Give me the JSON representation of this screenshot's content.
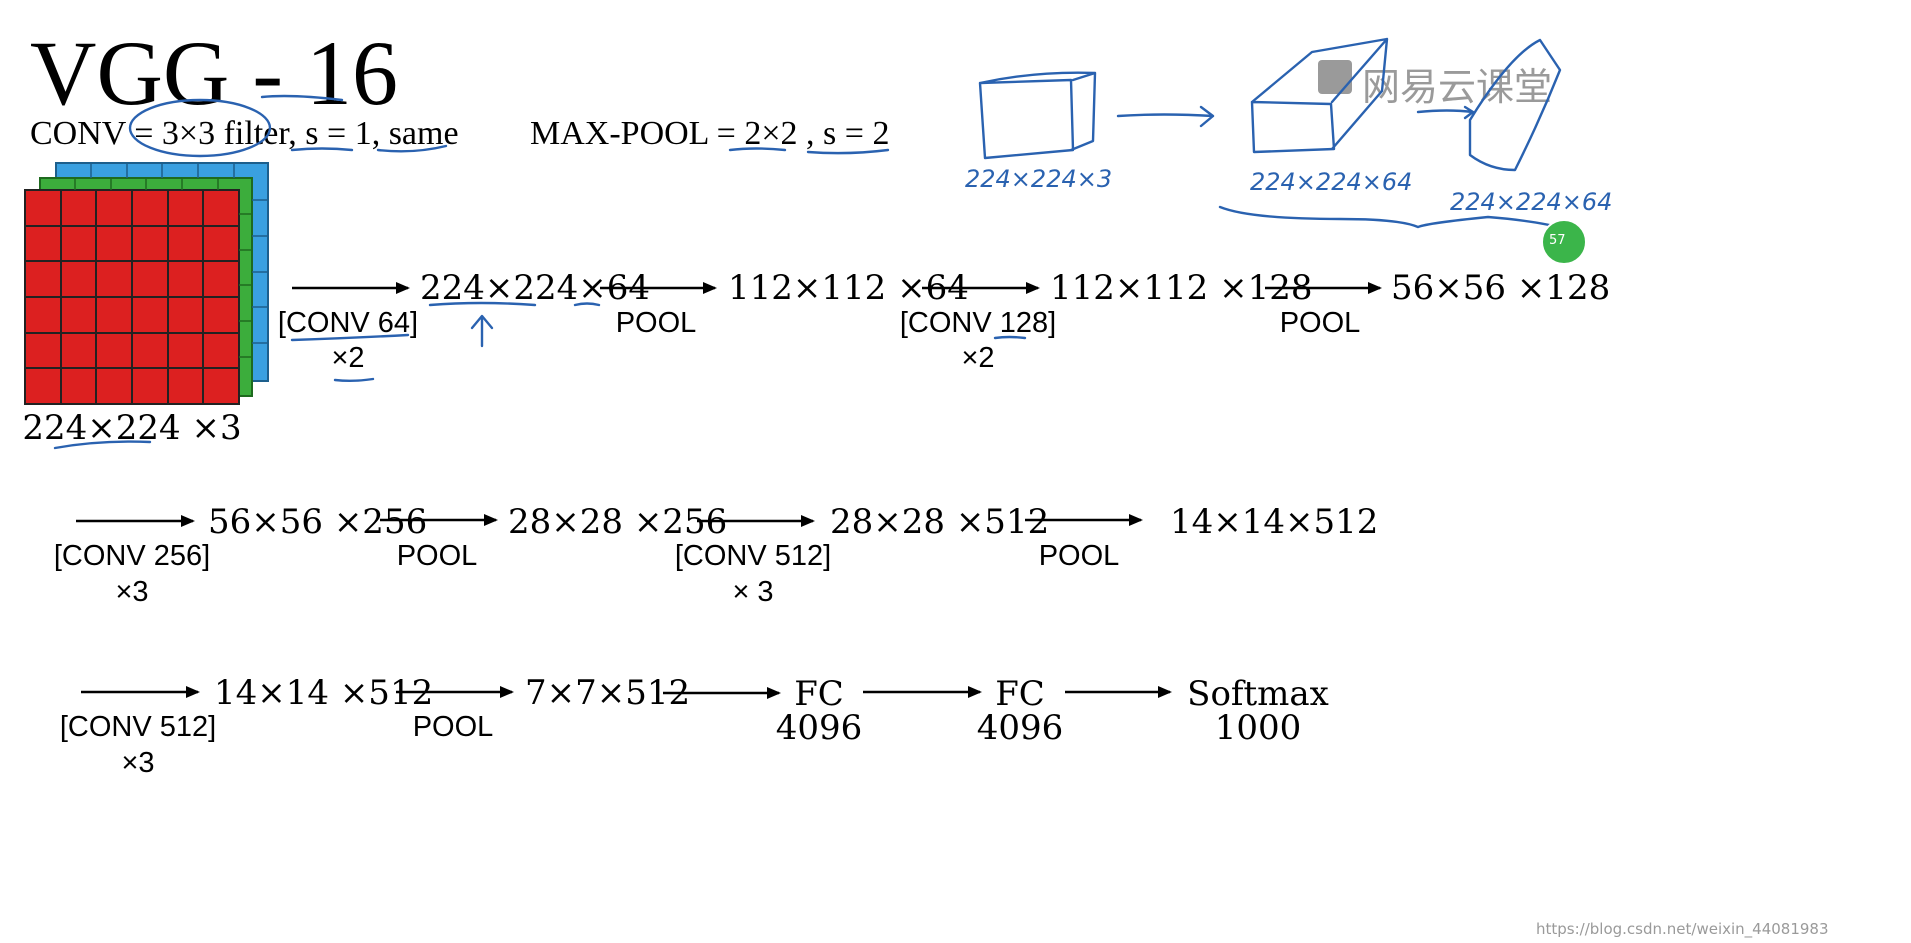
{
  "title": "VGG - 16",
  "defs": {
    "conv": "CONV = 3×3 filter, s = 1, same",
    "pool": "MAX-POOL = 2×2 , s = 2"
  },
  "input_label": "224×224 ×3",
  "row1": {
    "op1": "[CONV 64]",
    "op1b": "×2",
    "d1": "224×224×64",
    "op2": "POOL",
    "d2": "112×112 ×64",
    "op3": "[CONV 128]",
    "op3b": "×2",
    "d3": "112×112 ×128",
    "op4": "POOL",
    "d4": "56×56 ×128"
  },
  "row2": {
    "op1": "[CONV 256]",
    "op1b": "×3",
    "d1": "56×56 ×256",
    "op2": "POOL",
    "d2": "28×28 ×256",
    "op3": "[CONV 512]",
    "op3b": "× 3",
    "d3": "28×28 ×512",
    "op4": "POOL",
    "d4": "14×14×512"
  },
  "row3": {
    "op1": "[CONV 512]",
    "op1b": "×3",
    "d1": "14×14 ×512",
    "op2": "POOL",
    "d2": "7×7×512",
    "fc1": "FC",
    "fc1n": "4096",
    "fc2": "FC",
    "fc2n": "4096",
    "sm": "Softmax",
    "smn": "1000"
  },
  "annotations": {
    "a1": "224×224×3",
    "a2": "224×224×64",
    "a3": "224×224×64",
    "badge": "57"
  },
  "logo": "网易云课堂",
  "watermark": "https://blog.csdn.net/weixin_44081983",
  "colors": {
    "red": "#dc2020",
    "green": "#3cad3c",
    "blue": "#3aa0e0",
    "ink": "#2a62b0"
  }
}
